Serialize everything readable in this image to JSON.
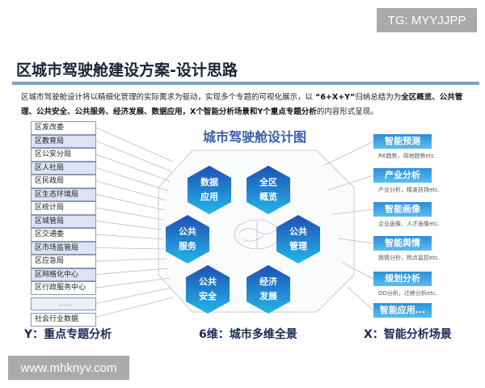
{
  "watermark_top": "TG: MYYJJPP",
  "title": "区城市驾驶舱建设方案-设计思路",
  "para": {
    "p1": "区城市驾驶舱设计将以精细化管理的实际需求为驱动，实现多个专题的可视化展示，以 ",
    "p2": "“6+X+Y”",
    "p3": "归纳总结为为",
    "p4": "全区概览、公共管理、公共安全、公共服务、经济发展、数据应用，X个智能分析场景和Y个重点专题分析",
    "p5": "的内容形式呈现。"
  },
  "departments": [
    "区发改委",
    "区教育局",
    "区公安分局",
    "区人社局",
    "区民政局",
    "区生态环境局",
    "区统计局",
    "区城管局",
    "区交通委",
    "区市场监管局",
    "区应急局",
    "区网格化中心",
    "区行政服务中心",
    "……",
    "社会行业数据"
  ],
  "diagram_title": "城市驾驶舱设计图",
  "hexes": [
    "数据\n应用",
    "全区\n概览",
    "公共\n服务",
    "公共\n管理",
    "公共\n安全",
    "经济\n发展"
  ],
  "scenarios": [
    {
      "label": "智能预测",
      "desc": "RK趋势，用地趋势etc."
    },
    {
      "label": "产业分析",
      "desc": "产业分析，精准扶持etc."
    },
    {
      "label": "智能画像",
      "desc": "企业画像、人才画像etc."
    },
    {
      "label": "智能舆情",
      "desc": "舆情分析，热点监控etc."
    },
    {
      "label": "规划分析",
      "desc": "OD分析，迁移分析etc."
    },
    {
      "label": "智能应用...",
      "desc": ""
    }
  ],
  "bottom": {
    "y": "Y：重点专题分析",
    "six": "6维：城市多维全景",
    "x": "X：智能分析场景"
  },
  "watermark_bottom": "www.mhknyv.com"
}
